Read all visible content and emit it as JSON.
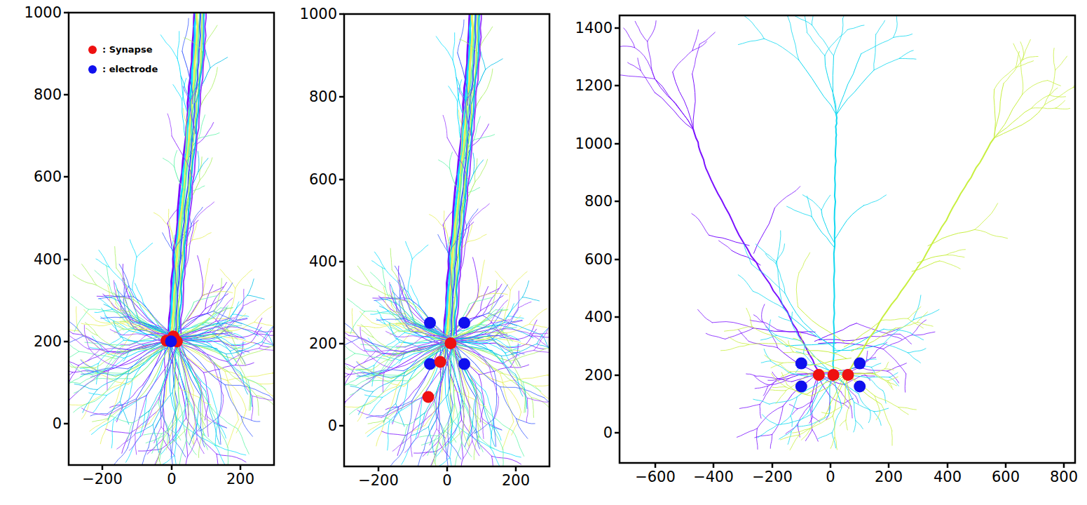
{
  "diagram": {
    "labels": [
      "1000",
      "800",
      "600",
      "400",
      "200",
      "0",
      "−200",
      "0",
      "200",
      "1000",
      "800",
      "600",
      "400",
      "200",
      "0",
      "−200",
      "0",
      "200",
      "1400",
      "1200",
      "1000",
      "800",
      "600",
      "400",
      "200",
      "0",
      "−600",
      "−400",
      "−200",
      "0",
      "200",
      "400",
      "600",
      "800"
    ],
    "legend": [
      {
        "text": ": Synapse",
        "color": "#ee1111"
      },
      {
        "text": ": electrode",
        "color": "#1010ee"
      }
    ]
  }
}
